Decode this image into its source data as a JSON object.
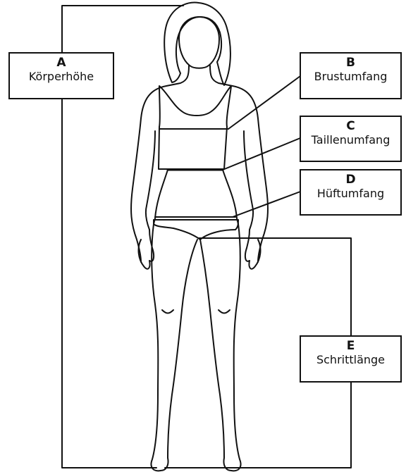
{
  "labels": {
    "a": {
      "letter": "A",
      "text": "Körperhöhe"
    },
    "b": {
      "letter": "B",
      "text": "Brustumfang"
    },
    "c": {
      "letter": "C",
      "text": "Taillenumfang"
    },
    "d": {
      "letter": "D",
      "text": "Hüftumfang"
    },
    "e": {
      "letter": "E",
      "text": "Schrittlänge"
    }
  },
  "colors": {
    "line": "#111111",
    "background": "#ffffff"
  }
}
